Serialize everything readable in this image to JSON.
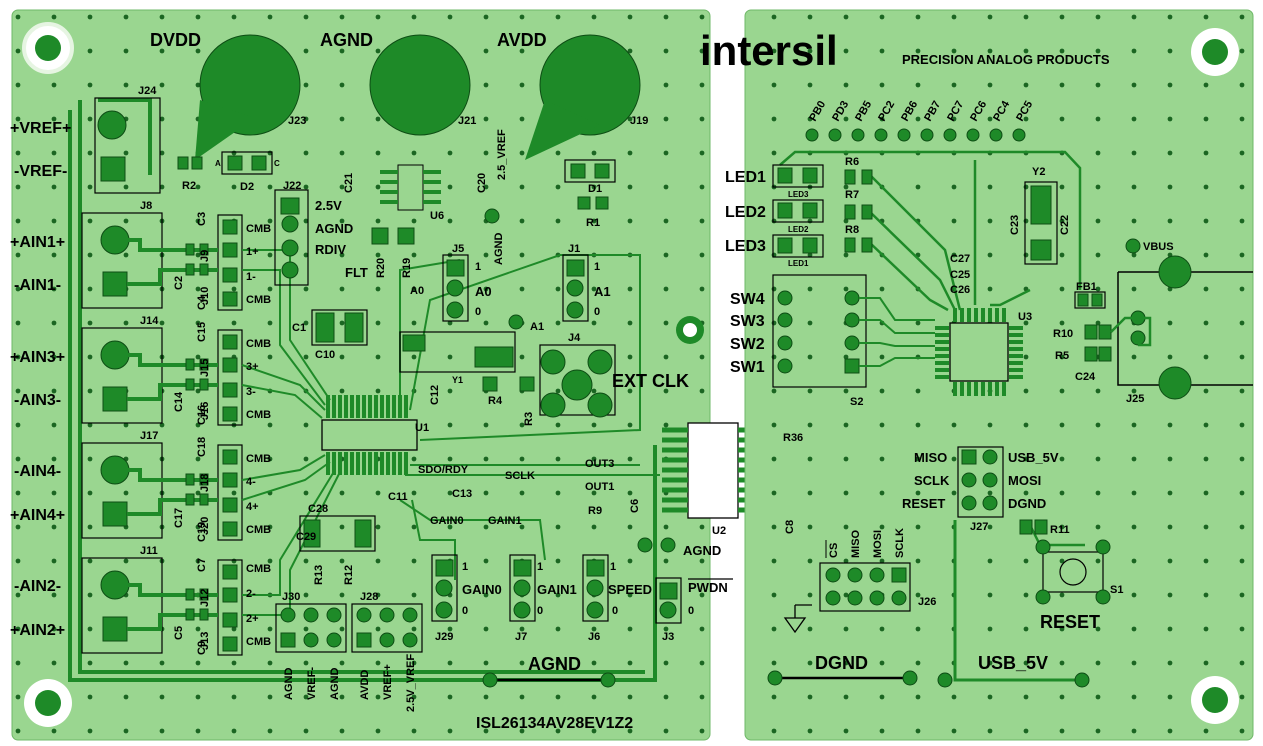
{
  "colors": {
    "board": "#9ad690",
    "copper": "#1e8a28",
    "via": "#0d5a16",
    "silk": "#000000",
    "hole": "#ffffff"
  },
  "left_board": {
    "power_labels": [
      "DVDD",
      "AGND",
      "AVDD"
    ],
    "power_jacks": [
      "J23",
      "J21",
      "J19"
    ],
    "vref_labels": [
      "+VREF+",
      "-VREF-"
    ],
    "ain_labels": [
      "+AIN1+",
      "-AIN1-",
      "+AIN3+",
      "-AIN3-",
      "-AIN4-",
      "+AIN4+",
      "-AIN2-",
      "+AIN2+"
    ],
    "conn_labels": [
      "J24",
      "J8",
      "J14",
      "J17",
      "J11"
    ],
    "jumper_labels": [
      "J9",
      "J10",
      "J15",
      "J16",
      "J18",
      "J20",
      "J12",
      "J13"
    ],
    "jumper_side": [
      "CMB",
      "1+",
      "1-",
      "CMB",
      "CMB",
      "3+",
      "3-",
      "CMB",
      "CMB",
      "4-",
      "4+",
      "CMB",
      "CMB",
      "2-",
      "2+",
      "CMB"
    ],
    "cap_labels": [
      "C3",
      "C2",
      "C4",
      "C15",
      "C14",
      "C16",
      "C18",
      "C17",
      "C19",
      "C7",
      "C5",
      "C9"
    ],
    "j22": {
      "name": "J22",
      "options": [
        "2.5V",
        "AGND",
        "RDIV",
        "FLT"
      ]
    },
    "j5": {
      "name": "J5",
      "label": "A0",
      "hi": "1",
      "lo": "0"
    },
    "j1": {
      "name": "J1",
      "label": "A1",
      "hi": "1",
      "lo": "0"
    },
    "ext_clk": {
      "name": "J4",
      "label": "EXT CLK"
    },
    "misc_labels": [
      "R2",
      "D2",
      "A",
      "C",
      "C21",
      "U6",
      "C20",
      "2.5_VREF",
      "D1",
      "R1",
      "R20",
      "R19",
      "AGND",
      "A0",
      "A1",
      "C1",
      "C10",
      "Y1",
      "R4",
      "R3",
      "C12",
      "U1",
      "SDO/RDY",
      "SCLK",
      "OUT3",
      "OUT1",
      "C13",
      "C6",
      "U2",
      "R36",
      "R9",
      "C28",
      "C29",
      "C11",
      "R13",
      "R12",
      "GAIN0",
      "GAIN1",
      "AGND",
      "C8"
    ],
    "gain0": {
      "name": "J29",
      "label": "GAIN0",
      "hi": "1",
      "lo": "0"
    },
    "gain1": {
      "name": "J7",
      "label": "GAIN1",
      "hi": "1",
      "lo": "0"
    },
    "speed": {
      "name": "J6",
      "label": "SPEED",
      "hi": "1",
      "lo": "0"
    },
    "pwdn": {
      "name": "J3",
      "label": "PWDN",
      "lo": "0"
    },
    "j30": {
      "name": "J30",
      "pins": [
        "AGND",
        "VREF-",
        "AGND"
      ]
    },
    "j28": {
      "name": "J28",
      "pins": [
        "AVDD",
        "VREF+",
        "2.5V_VREF"
      ]
    },
    "agnd_bottom": "AGND",
    "board_name": "ISL26134AV28EV1Z2"
  },
  "right_board": {
    "logo": "intersil",
    "tagline": "PRECISION ANALOG PRODUCTS",
    "port_labels": [
      "PB0",
      "PD3",
      "PB5",
      "PC2",
      "PB6",
      "PB7",
      "PC7",
      "PC6",
      "PC4",
      "PC5"
    ],
    "leds": [
      "LED1",
      "LED2",
      "LED3"
    ],
    "led_silk": [
      "LED3",
      "LED2",
      "LED1"
    ],
    "resistors": [
      "R6",
      "R7",
      "R8"
    ],
    "crystal": "Y2",
    "caps": [
      "C23",
      "C22",
      "C27",
      "C25",
      "C26",
      "C24"
    ],
    "vbus": "VBUS",
    "switches": [
      "SW4",
      "SW3",
      "SW2",
      "SW1"
    ],
    "switch_block": "S2",
    "mcu": "U3",
    "fb": "FB1",
    "usb_res": [
      "R10",
      "R5"
    ],
    "usb_conn": "J25",
    "spi_left": [
      "MISO",
      "SCLK",
      "RESET"
    ],
    "spi_right": [
      "USB_5V",
      "MOSI",
      "DGND"
    ],
    "spi_conn": "J27",
    "r11": "R11",
    "s1": "S1",
    "reset": "RESET",
    "j26_pins": [
      "CS",
      "MISO",
      "MOSI",
      "SCLK"
    ],
    "j26": "J26",
    "dgnd": "DGND",
    "usb5v": "USB_5V"
  }
}
